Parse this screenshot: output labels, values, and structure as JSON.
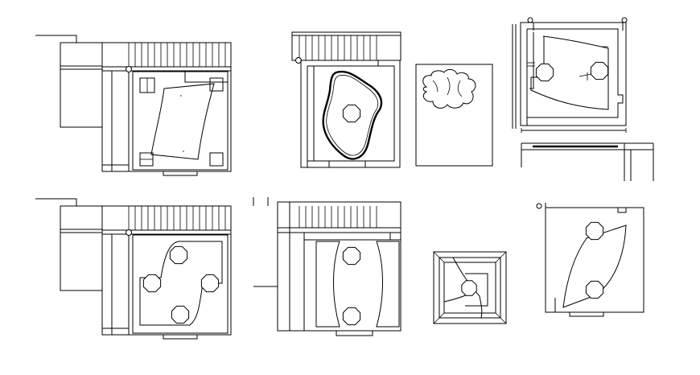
{
  "drawing": {
    "background": "#ffffff",
    "line_color": "#000000",
    "plans": [
      {
        "id": "plan-1",
        "feature": "freeform-tub-with-corner-squares"
      },
      {
        "id": "plan-2",
        "feature": "organic-pool-with-octagon"
      },
      {
        "id": "plan-3",
        "feature": "cloud-shape-panel"
      },
      {
        "id": "plan-4",
        "feature": "curved-section-with-two-octagons"
      },
      {
        "id": "plan-5",
        "feature": "s-curve-with-four-octagons"
      },
      {
        "id": "plan-6",
        "feature": "twin-curved-panels-with-octagons"
      },
      {
        "id": "plan-7",
        "feature": "nested-squares-with-octagon"
      },
      {
        "id": "plan-8",
        "feature": "diagonal-lens-with-two-octagons"
      }
    ]
  }
}
